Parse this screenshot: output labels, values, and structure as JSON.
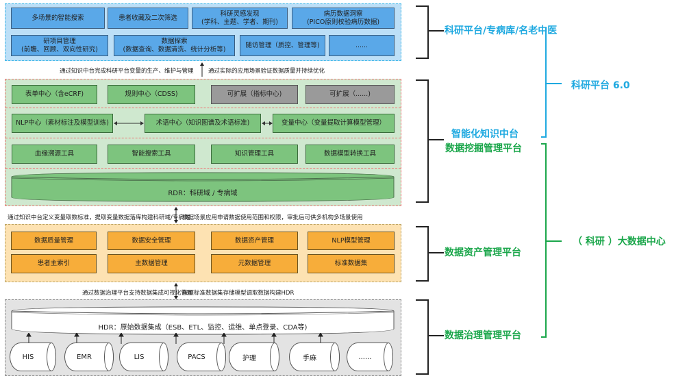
{
  "research_layer": {
    "row1": [
      "多场景的智能搜索",
      "患者收藏及二次筛选",
      "科研灵感发现\n(学科、主题、学者、期刊)",
      "病历数据洞察\n(PICO原则校验病历数据)"
    ],
    "row2": [
      "研项目管理\n(前瞻、回顾、双向性研究)",
      "数据探索\n(数据查询、数据清洗、统计分析等)",
      "随访管理（质控、管理等)",
      "......"
    ]
  },
  "note_a_left": "通过知识中台完成科研平台变量的生产、维护与管理",
  "note_a_right": "通过实际的应用场景验证数据质量并持续优化",
  "knowledge_layer": {
    "row1": [
      {
        "label": "表单中心（含eCRF)",
        "style": "green"
      },
      {
        "label": "规则中心（CDSS)",
        "style": "green"
      },
      {
        "label": "可扩展（指标中心)",
        "style": "gray"
      },
      {
        "label": "可扩展（......)",
        "style": "gray"
      }
    ],
    "row2": [
      "NLP中心（素材标注及模型训练)",
      "术语中心（知识图谱及术语标准)",
      "变量中心（变量提取计算模型管理）"
    ],
    "row3": [
      "血缘溯源工具",
      "智能搜索工具",
      "知识管理工具",
      "数据模型转换工具"
    ],
    "rdr": "RDR：科研域 / 专病域"
  },
  "note_b_left": "通过知识中台定义变量取数标准，提取变量数据落库构建科研域/专病域",
  "note_b_right": "根据场景应用申请数据使用范围和权限，审批后可供多机构多场景使用",
  "asset_layer": {
    "row1": [
      "数据质量管理",
      "数据安全管理",
      "数据资产管理",
      "NLP模型管理"
    ],
    "row2": [
      "患者主索引",
      "主数据管理",
      "元数据管理",
      "标准数据集"
    ]
  },
  "note_c_left": "通过数据治理平台支持数据集成可视化管理",
  "note_c_right": "按照标准数据集存储模型调取数据构建HDR",
  "governance_layer": {
    "hdr": "HDR：原始数据集成（ESB、ETL、监控、运维、单点登录、CDA等)",
    "sources": [
      "HIS",
      "EMR",
      "LIS",
      "PACS",
      "护理",
      "手麻",
      "......"
    ]
  },
  "side_labels": {
    "research": "科研平台/专病库/名老中医",
    "knowledge_1": "智能化知识中台",
    "knowledge_2": "数据挖掘管理平台",
    "asset": "数据资产管理平台",
    "governance": "数据治理管理平台",
    "group_top": "科研平台  6.0",
    "group_bottom": "（  科研  ）大数据中心"
  },
  "colors": {
    "research_blue": "#5aa8e8",
    "knowledge_green": "#7dc47e",
    "extension_gray": "#9a9a9a",
    "asset_orange": "#f7ad3a",
    "label_blue": "#1fa9e0",
    "label_green": "#1aa64a"
  }
}
